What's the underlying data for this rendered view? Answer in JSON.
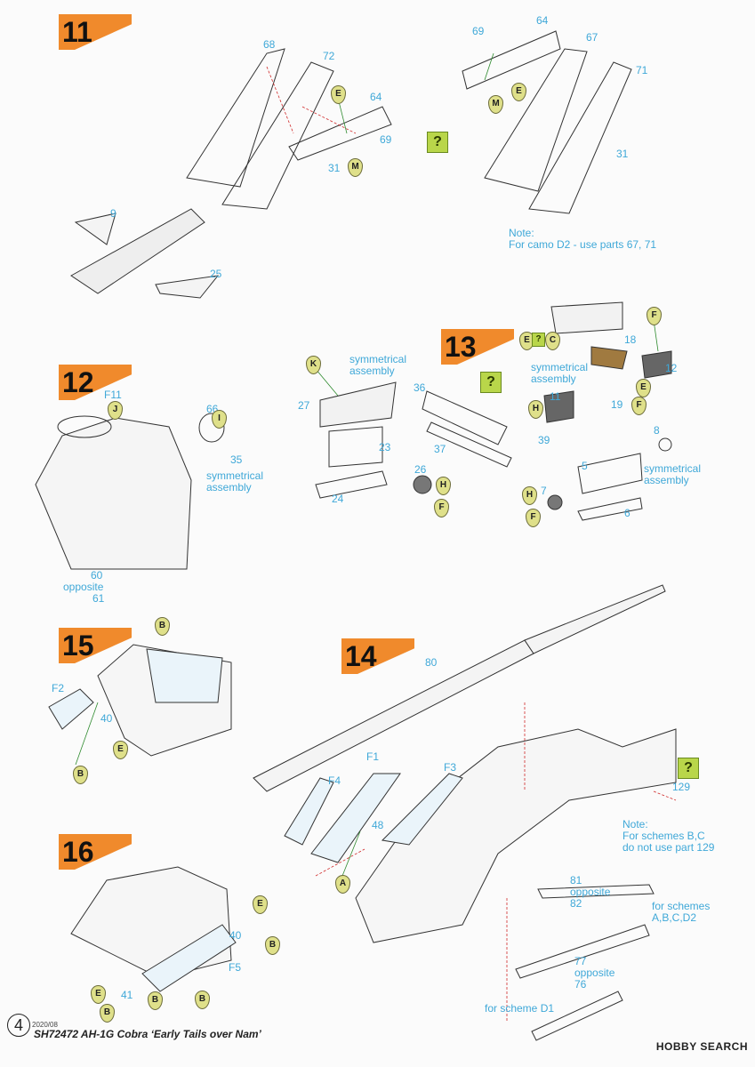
{
  "steps": {
    "s11": "11",
    "s12": "12",
    "s13": "13",
    "s14": "14",
    "s15": "15",
    "s16": "16"
  },
  "labels": {
    "p68": "68",
    "p72": "72",
    "p64a": "64",
    "p69a": "69",
    "p31a": "31",
    "p9": "9",
    "p25": "25",
    "p69b": "69",
    "p64b": "64",
    "p67": "67",
    "p71": "71",
    "p31b": "31",
    "p_f11": "F11",
    "p66": "66",
    "p35": "35",
    "p60": "60",
    "p60_opposite": "opposite",
    "p61": "61",
    "sym12": "symmetrical\nassembly",
    "sym_center": "symmetrical\nassembly",
    "p27": "27",
    "p23": "23",
    "p24": "24",
    "p26": "26",
    "p36": "36",
    "p37": "37",
    "p39": "39",
    "sym13a": "symmetrical\nassembly",
    "p18": "18",
    "p12": "12",
    "p11": "11",
    "p19": "19",
    "p8": "8",
    "p5": "5",
    "p7": "7",
    "p6": "6",
    "sym13b": "symmetrical\nassembly",
    "pF2": "F2",
    "p40a": "40",
    "p80": "80",
    "pF1": "F1",
    "pF4": "F4",
    "pF3": "F3",
    "p48": "48",
    "p129": "129",
    "p81": "81",
    "p81_opposite": "opposite",
    "p82": "82",
    "p77": "77",
    "p77_opposite": "opposite",
    "p76": "76",
    "schemes_abcd2": "for schemes\nA,B,C,D2",
    "scheme_d1": "for scheme D1",
    "p40b": "40",
    "pF5": "F5",
    "p41": "41"
  },
  "notes": {
    "note11": "Note:\nFor camo D2 - use parts 67, 71",
    "note14": "Note:\nFor schemes B,C\ndo not use part 129"
  },
  "badges": {
    "E": "E",
    "M": "M",
    "J": "J",
    "I": "I",
    "K": "K",
    "H": "H",
    "F": "F",
    "C": "C",
    "A": "A",
    "B": "B"
  },
  "qmark": "?",
  "footer": {
    "page_number": "4",
    "date": "2020/08",
    "title": "SH72472 AH-1G Cobra ‘Early Tails over Nam’",
    "brand": "HOBBY SEARCH"
  },
  "colors": {
    "accent": "#f08a2c",
    "label": "#3fa8d8",
    "badge": "#dfe08a",
    "qmark": "#b9d64a"
  }
}
